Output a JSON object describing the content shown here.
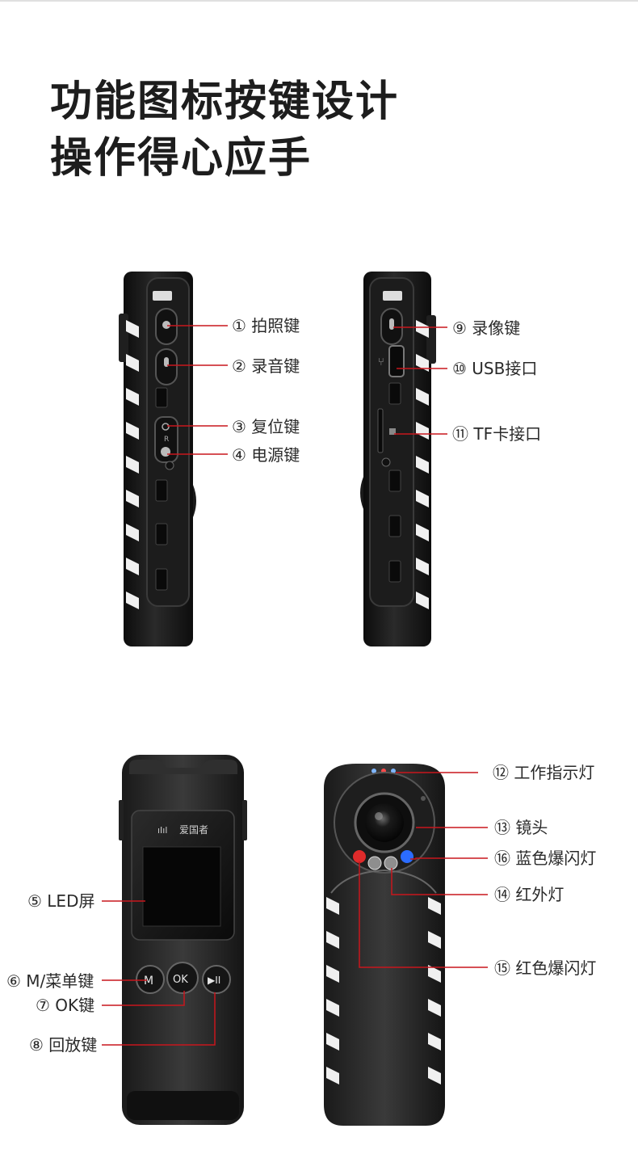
{
  "headline": {
    "line1": "功能图标按键设计",
    "line2": "操作得心应手"
  },
  "brand": {
    "logo_text": "爱国者"
  },
  "callouts": {
    "c1": "① 拍照键",
    "c2": "② 录音键",
    "c3": "③ 复位键",
    "c4": "④ 电源键",
    "c5": "⑤ LED屏",
    "c6": "⑥ M/菜单键",
    "c7": "⑦ OK键",
    "c8": "⑧ 回放键",
    "c9": "⑨ 录像键",
    "c10": "⑩ USB接口",
    "c11": "⑪ TF卡接口",
    "c12": "⑫ 工作指示灯",
    "c13": "⑬ 镜头",
    "c14": "⑭ 红外灯",
    "c15": "⑮ 红色爆闪灯",
    "c16": "⑯ 蓝色爆闪灯"
  },
  "device_marks": {
    "reset_letter": "R",
    "menu_button": "M",
    "ok_button": "OK",
    "play_button": "▶II"
  },
  "colors": {
    "leader_line": "#c8161d",
    "device_body": "#161616",
    "accent_white": "#f2f2f2"
  }
}
